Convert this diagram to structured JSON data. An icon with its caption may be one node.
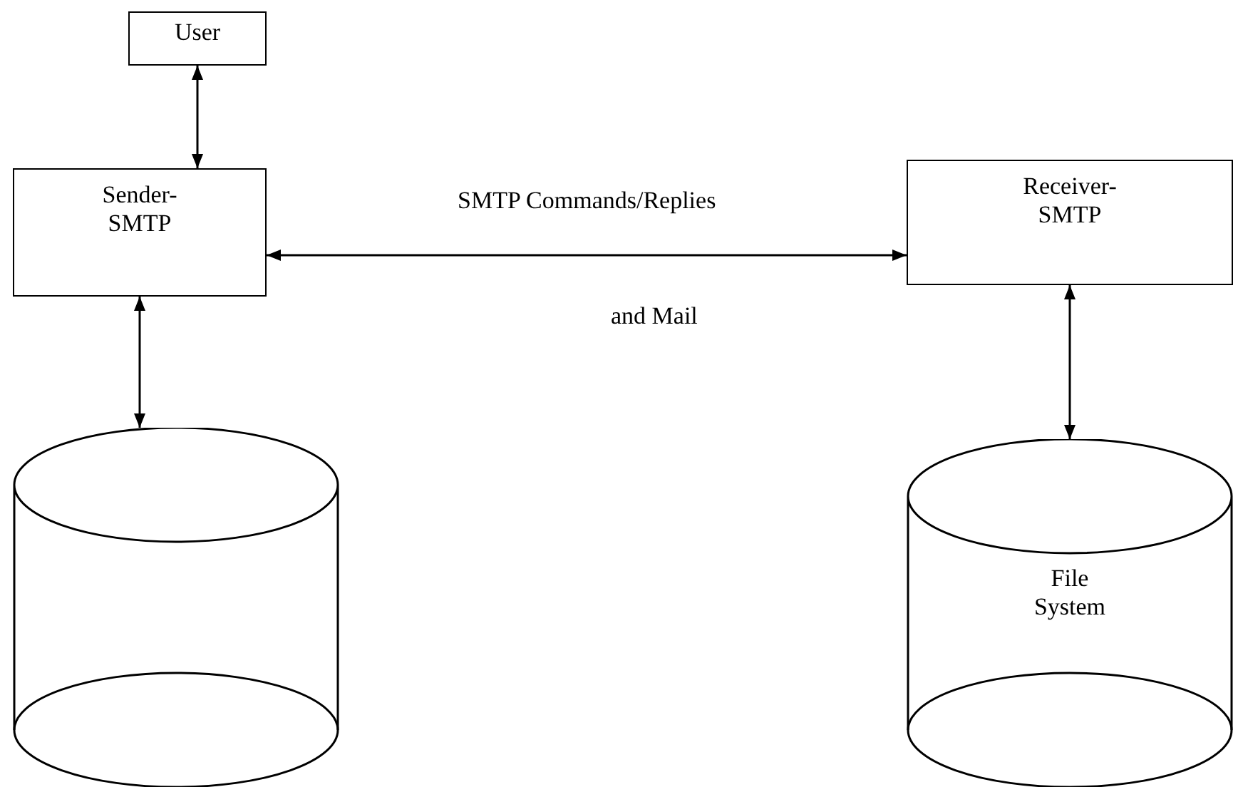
{
  "diagram": {
    "nodes": [
      {
        "text": [
          "User"
        ]
      },
      {
        "text": [
          "Sender- SMTP"
        ]
      },
      {
        "text": [
          "Receiver- SMTP"
        ]
      },
      {
        "text": [],
        "shape": "cylinder"
      },
      {
        "text": [
          "File System"
        ]
      }
    ],
    "edges": [
      {
        "from": 0,
        "to": 1,
        "arrow": "both"
      },
      {
        "from": 1,
        "to": 3,
        "arrow": "both"
      },
      {
        "from": 1,
        "to": 2,
        "arrow": "both",
        "label": "SMTP Commands/Replies"
      },
      {
        "from": 2,
        "to": 4,
        "arrow": "both"
      }
    ],
    "labels": [
      "and Mail"
    ]
  }
}
